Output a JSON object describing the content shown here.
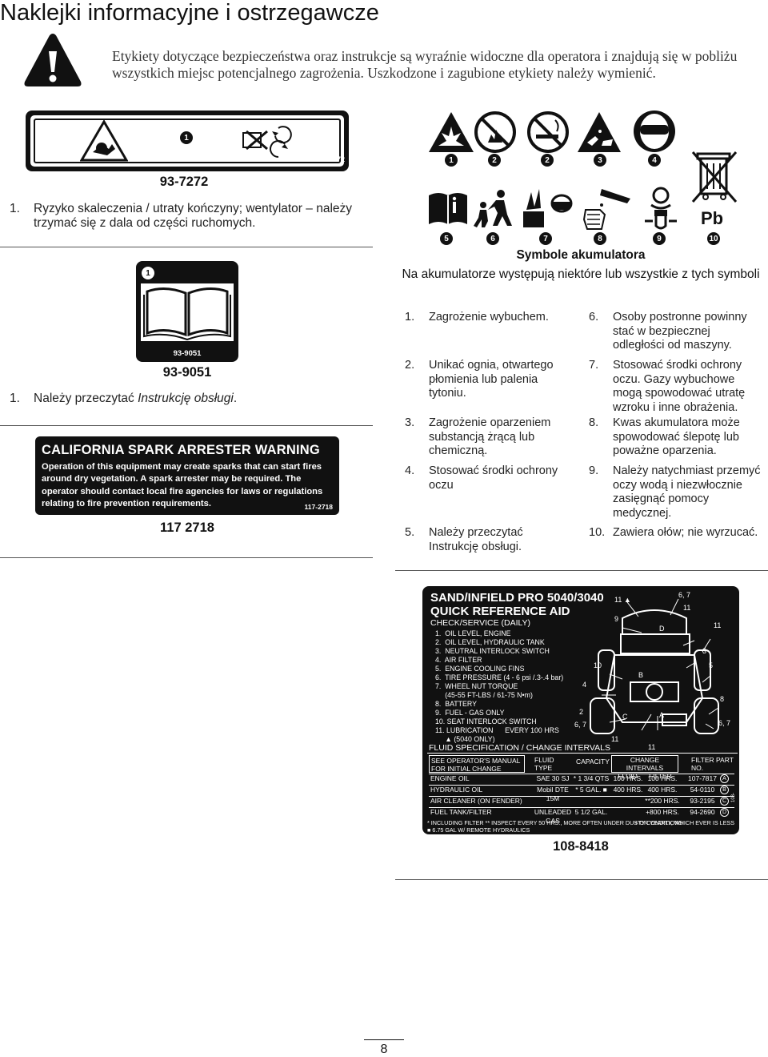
{
  "page": {
    "title": "Naklejki informacyjne i ostrzegawcze",
    "intro": "Etykiety dotyczące bezpieczeństwa oraz instrukcje są wyraźnie widoczne dla operatora i znajdują się w pobliżu wszystkich miejsc potencjalnego zagrożenia. Uszkodzone i zagubione etykiety należy wymienić.",
    "page_number": "8"
  },
  "decal_93_7272": {
    "callout": "1",
    "code_small": "93-7272",
    "label": "93-7272",
    "desc_num": "1.",
    "desc": "Ryzyko skaleczenia / utraty kończyny; wentylator – należy trzymać się z dala od części ruchomych."
  },
  "decal_93_9051": {
    "callout": "1",
    "code_small": "93-9051",
    "label": "93-9051",
    "desc_num": "1.",
    "desc_prefix": "Należy przeczytać ",
    "desc_italic": "Instrukcję obsługi",
    "desc_suffix": "."
  },
  "decal_117_2718": {
    "heading": "CALIFORNIA SPARK ARRESTER WARNING",
    "body": "Operation of this equipment may create sparks that can start fires around dry vegetation. A spark arrester may be required. The operator should contact local fire agencies for laws or regulations relating to fire prevention requirements.",
    "code_small": "117-2718",
    "label": "117 2718"
  },
  "battery": {
    "row1_callouts": [
      "1",
      "2",
      "2",
      "3",
      "4"
    ],
    "row2_callouts": [
      "5",
      "6",
      "7",
      "8",
      "9",
      "10"
    ],
    "pb_text": "Pb",
    "title": "Symbole akumulatora",
    "subtitle": "Na akumulatorze występują niektóre lub wszystkie z tych symboli",
    "items_left": [
      {
        "n": "1.",
        "t": "Zagrożenie wybuchem."
      },
      {
        "n": "2.",
        "t": "Unikać ognia, otwartego płomienia lub palenia tytoniu."
      },
      {
        "n": "3.",
        "t": "Zagrożenie oparzeniem substancją żrącą lub chemiczną."
      },
      {
        "n": "4.",
        "t": "Stosować środki ochrony oczu"
      },
      {
        "n": "5.",
        "t": "Należy przeczytać Instrukcję obsługi."
      }
    ],
    "items_right": [
      {
        "n": "6.",
        "t": "Osoby postronne powinny stać w bezpiecznej odległości od maszyny."
      },
      {
        "n": "7.",
        "t": "Stosować środki ochrony oczu. Gazy wybuchowe mogą spowodować utratę wzroku i inne obrażenia."
      },
      {
        "n": "8.",
        "t": "Kwas akumulatora może spowodować ślepotę lub poważne oparzenia."
      },
      {
        "n": "9.",
        "t": "Należy natychmiast przemyć oczy wodą i niezwłocznie zasięgnąć pomocy medycznej."
      },
      {
        "n": "10.",
        "t": "Zawiera ołów; nie wyrzucać."
      }
    ]
  },
  "decal_108_8418": {
    "title1": "SAND/INFIELD PRO 5040/3040",
    "title2": "QUICK REFERENCE AID",
    "check": "CHECK/SERVICE (DAILY)",
    "items": [
      "1.  OIL LEVEL, ENGINE",
      "2.  OIL LEVEL, HYDRAULIC TANK",
      "3.  NEUTRAL INTERLOCK SWITCH",
      "4.  AIR FILTER",
      "5.  ENGINE COOLING FINS",
      "6.  TIRE PRESSURE (4 - 6 psi /.3-.4 bar)",
      "7.  WHEEL NUT TORQUE",
      "     (45-55 FT-LBS / 61-75 N•m)",
      "8.  BATTERY",
      "9.  FUEL - GAS ONLY",
      "10. SEAT INTERLOCK SWITCH",
      "11. LUBRICATION      EVERY 100 HRS",
      "     ▲ (5040 ONLY)"
    ],
    "fluid_heading": "FLUID SPECIFICATION / CHANGE INTERVALS",
    "table_head": {
      "col1": "SEE OPERATOR'S MANUAL FOR INITIAL CHANGE",
      "col2": "FLUID TYPE",
      "col3": "CAPACITY",
      "col4": "CHANGE INTERVALS",
      "col4a": "FLUID",
      "col4b": "FILTER",
      "col5": "FILTER PART NO."
    },
    "rows": [
      {
        "name": "ENGINE OIL",
        "type": "SAE 30 SJ",
        "cap": "* 1 3/4 QTS",
        "fluid": "100 HRS.",
        "filter": "100 HRS.",
        "part": "107-7817",
        "mark": "A"
      },
      {
        "name": "HYDRAULIC OIL",
        "type": "Mobil DTE 15M",
        "cap": "* 5 GAL. ■",
        "fluid": "400 HRS.",
        "filter": "400 HRS.",
        "part": "54-0110",
        "mark": "B"
      },
      {
        "name": "AIR CLEANER (ON FENDER)",
        "type": "",
        "cap": "",
        "fluid": "",
        "filter": "**200 HRS.",
        "part": "93-2195",
        "mark": "C"
      },
      {
        "name": "FUEL TANK/FILTER",
        "type": "UNLEADED GAS",
        "cap": "5 1/2 GAL.",
        "fluid": "",
        "filter": "+800 HRS.",
        "part": "94-2690",
        "mark": "D"
      }
    ],
    "foot1": "* INCLUDING FILTER  ** INSPECT EVERY 50 HRS., MORE OFTEN UNDER DUSTY CONDITIONS",
    "foot1r": "+ OR YEARLY, WHICH EVER IS LESS",
    "foot2": "■  6.75 GAL W/ REMOTE HYDRAULICS",
    "side_code": "108-8418",
    "diagram_labels": [
      "11 ▲",
      "6, 7",
      "11",
      "9",
      "D",
      "11",
      "3",
      "10",
      "5",
      "4",
      "B",
      "8",
      "2",
      "C",
      "A",
      "6, 7",
      "11",
      "6, 7",
      "11"
    ],
    "label": "108-8418"
  }
}
